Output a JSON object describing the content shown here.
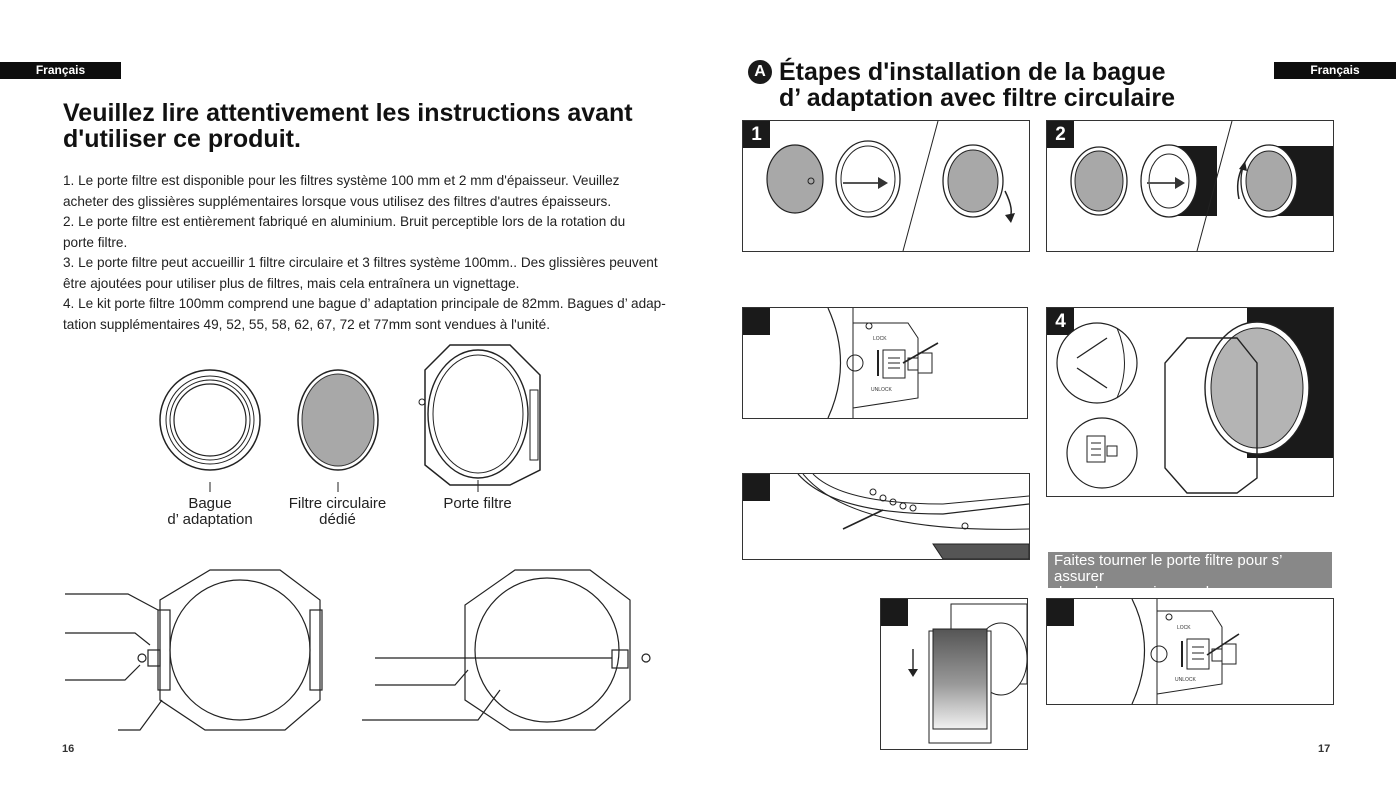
{
  "left_page": {
    "language_tab": "Français",
    "title_line1": "Veuillez lire attentivement les instructions avant",
    "title_line2": "d'utiliser ce produit.",
    "paragraph_lines": [
      "1. Le porte filtre est disponible pour les filtres système 100 mm et 2 mm d'épaisseur. Veuillez",
      "acheter des glissières supplémentaires lorsque vous utilisez des filtres d'autres épaisseurs.",
      "2. Le porte filtre est entièrement fabriqué en aluminium. Bruit perceptible lors de la rotation du",
      "porte filtre.",
      "3. Le porte filtre peut accueillir 1 filtre circulaire et 3 filtres système 100mm.. Des glissières peuvent",
      "être ajoutées pour utiliser plus de filtres, mais cela entraînera un vignettage.",
      "4. Le kit porte filtre 100mm comprend une bague d’ adaptation principale de 82mm. Bagues d’ adap-",
      "tation supplémentaires 49, 52, 55, 58, 62, 67, 72 et 77mm sont vendues à l'unité."
    ],
    "captions": {
      "adapter_line1": "Bague",
      "adapter_line2": "d’ adaptation",
      "filter_line1": "Filtre circulaire",
      "filter_line2": "dédié",
      "holder": "Porte filtre"
    },
    "page_number": "16"
  },
  "right_page": {
    "language_tab": "Français",
    "section_badge": "A",
    "title_line1": "Étapes d'installation de la bague",
    "title_line2": "d’ adaptation avec filtre circulaire",
    "step_numbers": [
      "1",
      "2",
      "4"
    ],
    "lock_label": "LOCK",
    "unlock_label": "UNLOCK",
    "note_line1": "Faites tourner le porte filtre pour s’ assurer",
    "note_line2": "de sa bonne mise en place.",
    "page_number": "17"
  }
}
